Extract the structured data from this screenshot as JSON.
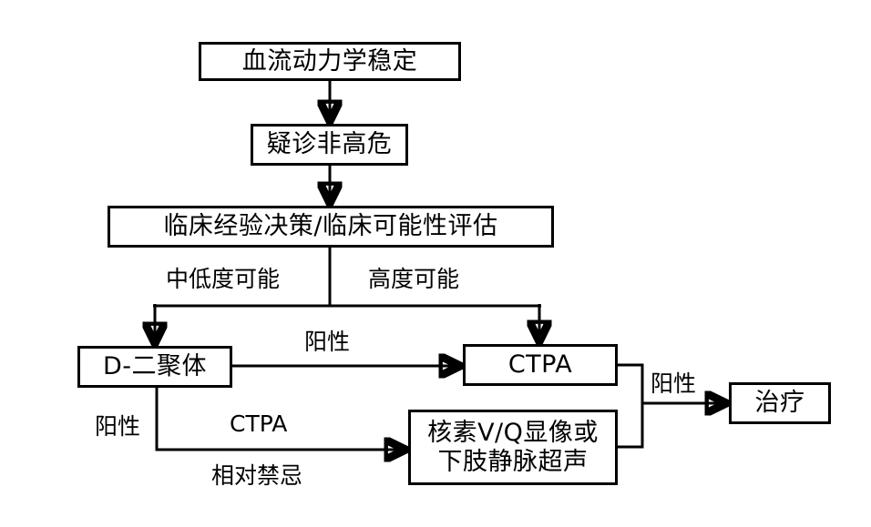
{
  "diagram": {
    "title_text": "",
    "background_color": "#ffffff",
    "line_color": "#000000",
    "text_color": "#000000",
    "nodes": [
      {
        "id": "hemodynamic-stable",
        "label": "血流动力学稳定"
      },
      {
        "id": "suspected-non-high-risk",
        "label": "疑诊非高危"
      },
      {
        "id": "clinical-assessment",
        "label": "临床经验决策/临床可能性评估"
      },
      {
        "id": "d-dimer",
        "label": "D-二聚体"
      },
      {
        "id": "ctpa",
        "label": "CTPA"
      },
      {
        "id": "vq-scan-or-ultrasound",
        "label": "核素V/Q显像或\n下肢静脉超声"
      },
      {
        "id": "treatment",
        "label": "治疗"
      }
    ],
    "edge_labels": [
      {
        "id": "low-moderate-probability",
        "text": "中低度可能"
      },
      {
        "id": "high-probability",
        "text": "高度可能"
      },
      {
        "id": "positive-to-ctpa",
        "text": "阳性"
      },
      {
        "id": "positive-left",
        "text": "阳性"
      },
      {
        "id": "ctpa-alternative",
        "text": "CTPA"
      },
      {
        "id": "relative-contraindication",
        "text": "相对禁忌"
      },
      {
        "id": "positive-to-treatment",
        "text": "阳性"
      }
    ]
  }
}
